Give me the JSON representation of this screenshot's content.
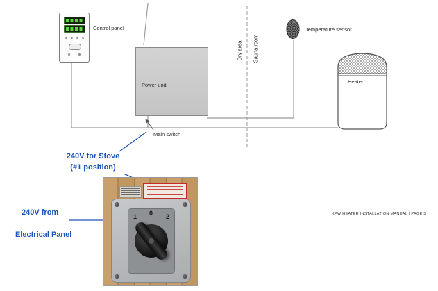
{
  "colors": {
    "annotation_blue": "#1d53b8",
    "wire_gray": "#9a9a9a",
    "power_unit_gray": "#c9c9c9"
  },
  "diagram": {
    "control_panel": "Control panel",
    "power_unit": "Power unit",
    "main_switch": "Main switch",
    "dry_area": "Dry area",
    "sauna_room": "Sauna room",
    "temperature_sensor": "Temperature sensor",
    "heater": "Heater"
  },
  "annotations": {
    "stove_line1": "240V for Stove",
    "stove_line2": "(#1 position)",
    "source_line1": "240V from",
    "source_line2": "Electrical Panel"
  },
  "switch_photo": {
    "position_left": "1",
    "position_center": "0",
    "position_right": "2"
  },
  "footer": "KPW HEATER INSTALLATION MANUAL | PAGE 5"
}
